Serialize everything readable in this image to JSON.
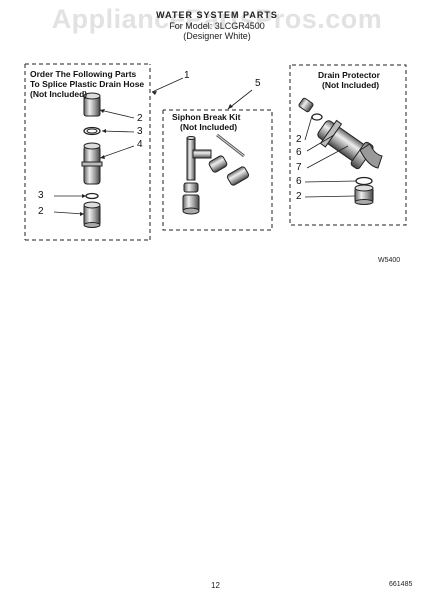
{
  "header": {
    "line1": "WATER SYSTEM PARTS",
    "line2": "For Model: 3LCGR4500",
    "line3": "(Designer White)"
  },
  "watermark": "AppliancePartsPros.com",
  "boxes": [
    {
      "title_lines": [
        "Order The Following Parts",
        "To Splice Plastic Drain Hose",
        "(Not Included)"
      ],
      "callout": "1",
      "parts": [
        "2",
        "3",
        "4",
        "3",
        "2"
      ]
    },
    {
      "title_lines": [
        "Siphon Break Kit",
        "(Not Included)"
      ],
      "callout": "5"
    },
    {
      "title_lines": [
        "Drain Protector",
        "(Not Included)"
      ],
      "parts": [
        "2",
        "6",
        "7",
        "6",
        "2"
      ]
    }
  ],
  "figure_code": "W5400",
  "page_number": "12",
  "doc_number": "661485"
}
